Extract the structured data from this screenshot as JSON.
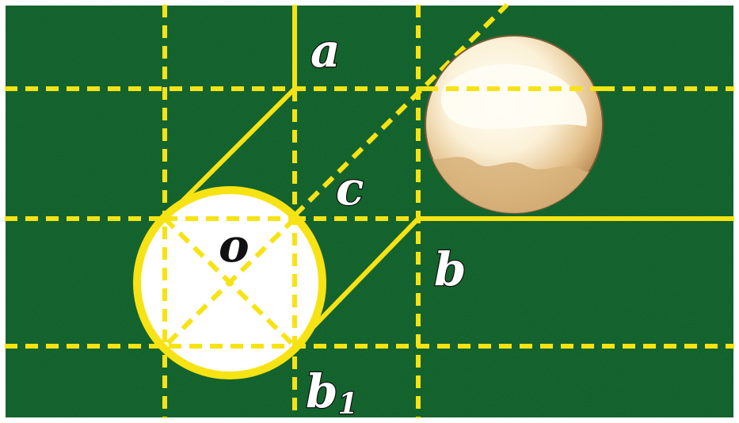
{
  "labels": {
    "a": "a",
    "b": "b",
    "c": "c",
    "o": "o",
    "b1_base": "b",
    "b1_sub": "1"
  },
  "colors": {
    "felt": "#0d5a25",
    "felt_dark": "#0a4a1d",
    "line": "#f7e313",
    "object_ball_light": "#fffdf2",
    "object_ball_shade": "#c79a5c",
    "cue_ball": "#ffffff"
  },
  "icons": {
    "object_ball": "object-ball-icon",
    "ghost_ball": "ghost-cue-ball-icon"
  }
}
